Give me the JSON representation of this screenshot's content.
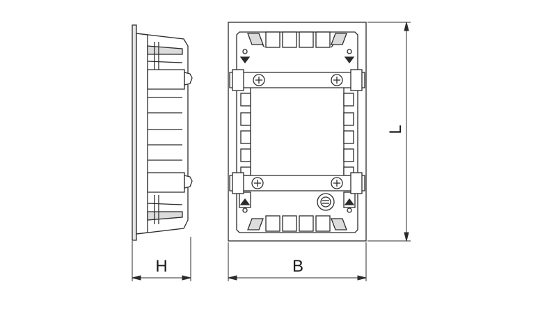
{
  "dimensions": {
    "height_label": "H",
    "width_label": "B",
    "length_label": "L"
  },
  "colors": {
    "line": "#2b2b2b",
    "fill_light": "#ffffff",
    "fill_shade": "#dcdcdc"
  }
}
